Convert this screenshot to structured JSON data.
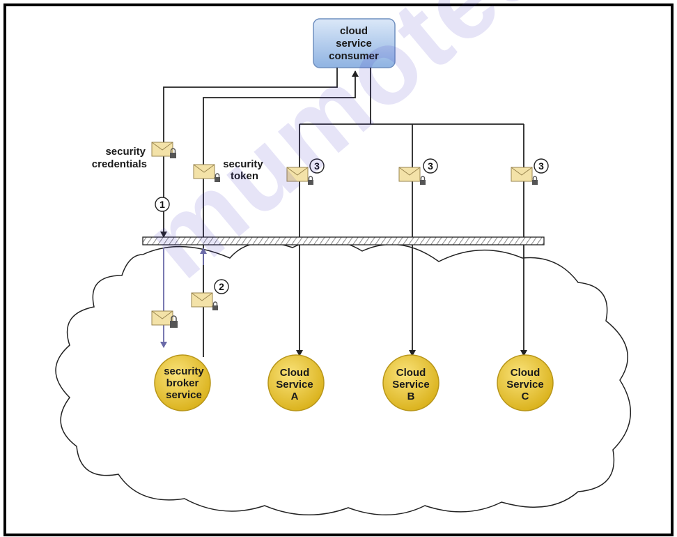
{
  "consumer": {
    "label_lines": [
      "cloud",
      "service",
      "consumer"
    ]
  },
  "labels": {
    "security_credentials": [
      "security",
      "credentials"
    ],
    "security_token": [
      "security",
      "token"
    ]
  },
  "steps": {
    "one": "1",
    "two": "2",
    "three": "3"
  },
  "services": {
    "broker": [
      "security",
      "broker",
      "service"
    ],
    "a": [
      "Cloud",
      "Service",
      "A"
    ],
    "b": [
      "Cloud",
      "Service",
      "B"
    ],
    "c": [
      "Cloud",
      "Service",
      "C"
    ]
  },
  "watermark": "mumotes.in",
  "colors": {
    "consumer_fill": "#a9c6ea",
    "service_fill": "#e8c42c",
    "envelope": "#f3e2a8",
    "line": "#222222"
  }
}
